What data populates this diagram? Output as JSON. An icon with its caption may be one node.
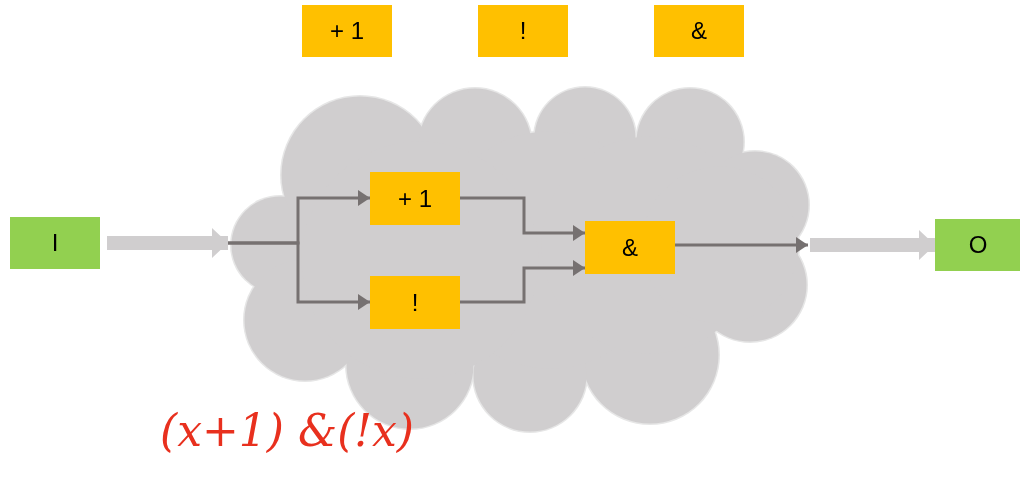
{
  "diagram": {
    "nodes": [
      {
        "text": [
          "+ 1"
        ]
      },
      {
        "text": [
          "!"
        ]
      },
      {
        "text": [
          "&"
        ]
      },
      {
        "text": [
          "I"
        ]
      },
      {
        "text": [],
        "shape": "cloud"
      },
      {
        "text": [
          "+ 1"
        ],
        "in": 4
      },
      {
        "text": [
          "!"
        ],
        "in": 4
      },
      {
        "text": [
          "&"
        ],
        "in": 4
      },
      {
        "text": [
          "O"
        ]
      }
    ],
    "edges": [
      {
        "from": 3,
        "to": 4,
        "arrow": "to",
        "style": "thick",
        "color": "#d0cecf"
      },
      {
        "from": 4,
        "to": 5,
        "arrow": "to"
      },
      {
        "from": 4,
        "to": 6,
        "arrow": "to"
      },
      {
        "from": 5,
        "to": 7,
        "arrow": "to"
      },
      {
        "from": 6,
        "to": 7,
        "arrow": "to"
      },
      {
        "from": 7,
        "to": 4,
        "arrow": "to"
      },
      {
        "from": 4,
        "to": 8,
        "arrow": "to",
        "style": "thick",
        "color": "#d0cecf"
      }
    ],
    "labels": [
      "(x+1) &(!x)"
    ]
  }
}
